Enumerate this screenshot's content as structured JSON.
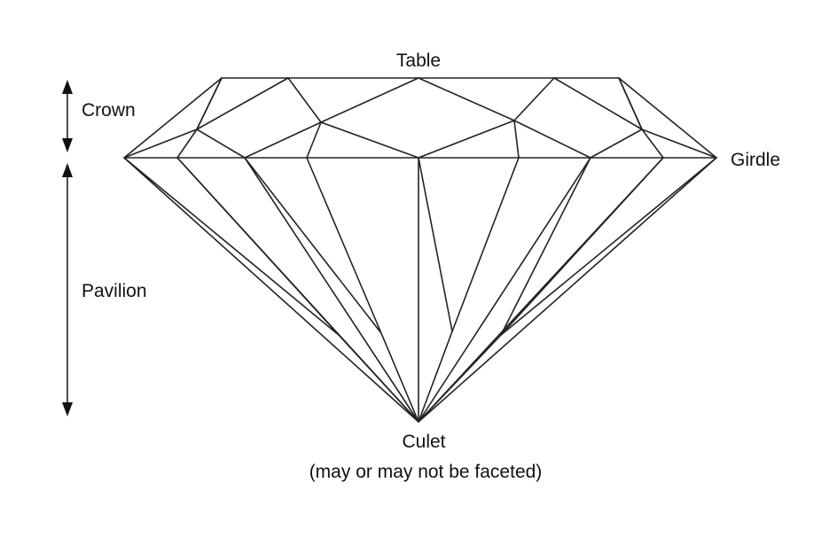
{
  "labels": {
    "table": "Table",
    "crown": "Crown",
    "girdle": "Girdle",
    "pavilion": "Pavilion",
    "culet": "Culet",
    "culet_note": "(may or may not be faceted)"
  },
  "colors": {
    "line": "#222222",
    "text": "#111111",
    "background": "#ffffff"
  }
}
